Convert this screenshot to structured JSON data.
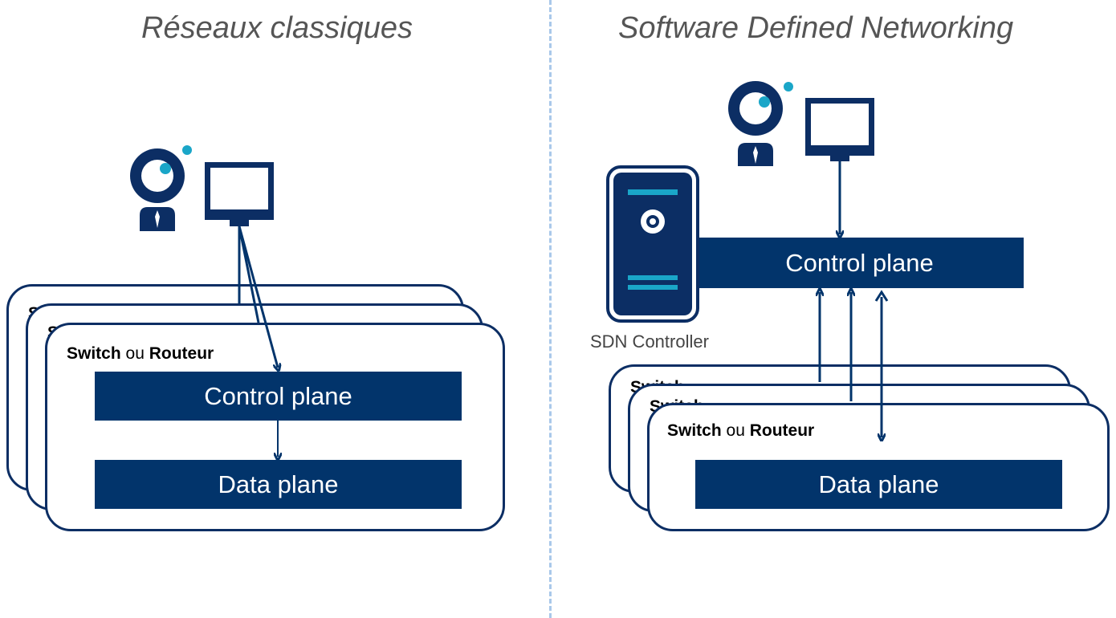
{
  "left": {
    "title": "Réseaux classiques",
    "device_label": {
      "word1": "Switch",
      "word2": " ou ",
      "word3": "Routeur"
    },
    "control_plane": "Control plane",
    "data_plane": "Data plane"
  },
  "right": {
    "title": "Software Defined Networking",
    "controller_caption": "SDN Controller",
    "control_plane": "Control plane",
    "device_label": {
      "word1": "Switch",
      "word2": " ou ",
      "word3": "Routeur"
    },
    "data_plane": "Data plane"
  },
  "colors": {
    "navy": "#02346b",
    "accent_cyan": "#1aa6c8",
    "divider": "#a9c8ea"
  },
  "icons": [
    "person-icon",
    "monitor-icon",
    "server-icon"
  ]
}
